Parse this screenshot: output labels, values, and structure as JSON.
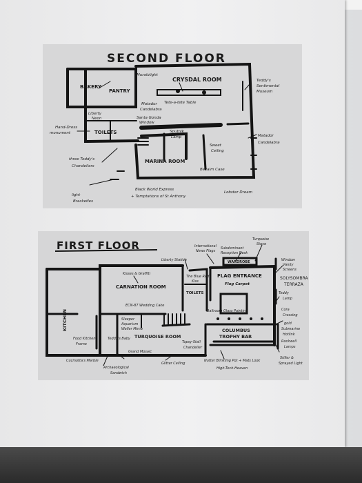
{
  "second_floor": {
    "heading": "SECOND FLOOR",
    "rooms": {
      "bakery": "BAKERY",
      "pantry": "PANTRY",
      "crystal_room": "CRYSDAL ROOM",
      "toilets": "TOILETS",
      "marina_room": "MARINA ROOM"
    },
    "notes": {
      "mural": "Muralolight",
      "teddy_museum_1": "Teddy's",
      "teddy_museum_2": "Sentimental",
      "teddy_museum_3": "Museum",
      "tete_a_tete": "Tete-a-tete Table",
      "matador_cand_1": "Matador",
      "matador_cand_2": "Candelabra",
      "liberty_neon_1": "Liberty",
      "liberty_neon_2": "Neon",
      "santa_window_1": "Santa Gonda",
      "santa_window_2": "Window",
      "hand_dress_1": "Hand-Dress",
      "hand_dress_2": "monument",
      "sputnik_1": "Sputnik",
      "sputnik_2": "Lamp",
      "matador_right_1": "Matador",
      "matador_right_2": "Candelabra",
      "teddys_chand_1": "three Teddy's",
      "teddys_chand_2": "Chandeliers",
      "sweet_ceiling_1": "Sweet",
      "sweet_ceiling_2": "Ceiling",
      "becalm_case": "Becalm Case",
      "light_brackets_1": "light",
      "light_brackets_2": "Bracketles",
      "black_world_1": "Black World Express",
      "black_world_2": "+ Temptations of St Anthony",
      "lobster": "Lobster Dream"
    }
  },
  "first_floor": {
    "heading": "FIRST FLOOR",
    "rooms": {
      "kitchen": "KITCHEN",
      "carnation": "CARNATION ROOM",
      "flag_entrance": "FLAG ENTRANCE",
      "flag_carpet": "Flag Carpet",
      "toilets": "TOILETS",
      "turquoise": "TURQUOISE ROOM",
      "columbus_1": "COLUMBUS",
      "columbus_2": "TROPHY BAR",
      "wardrobe": "WARDROBE"
    },
    "notes": {
      "kisses": "Kisses & Graffiti",
      "liberty_station": "Liberty Station",
      "intl_news_1": "International",
      "intl_news_2": "News Flags",
      "sub_reception_1": "Subdominant",
      "sub_reception_2": "Reception Desk",
      "turquoise_stove_1": "Turquoise",
      "turquoise_stove_2": "Stove",
      "window_1": "Window",
      "window_2": "Vanity",
      "window_3": "Screens",
      "solysombra_1": "SOLYSOMBRA",
      "solysombra_2": "TERRAZA",
      "teddy_lamp_1": "Teddy",
      "teddy_lamp_2": "Lamp",
      "blue_red_1": "The Blue Red",
      "blue_red_2": "Kiss",
      "wedding_cake": "ECN-87 Wedding Cake",
      "sculpture_1": "Sleeper",
      "sculpture_2": "Aquarium",
      "sculpture_3": "Waller Menu",
      "ballroom_glass": "Ballroom Glass Painting",
      "cora_1": "Cora",
      "cora_2": "Crossing",
      "gold_1": "gold",
      "gold_2": "Submarine",
      "gold_3": "Hotlink",
      "rockwell_1": "Rockwell",
      "rockwell_2": "Lamps",
      "food_kitchen_1": "Food Kitchen",
      "food_kitchen_2": "Frame",
      "teddys_baby": "Teddy's Baby",
      "grand_mosaic": "Grand Mosaic",
      "topsy_1": "Topsy-Stall",
      "topsy_2": "Chandelier",
      "cucinotto": "Cucinotta's Marble",
      "glitter": "Glitter Ceiling",
      "nutter": "Nutter Blinkling Pot + Mats Look",
      "hightech": "High-Tech-Heaven",
      "archaeo_1": "Archaeological",
      "archaeo_2": "Sandwich",
      "star_spangled_1": "Stiller &",
      "star_spangled_2": "Sprayed Light"
    }
  }
}
